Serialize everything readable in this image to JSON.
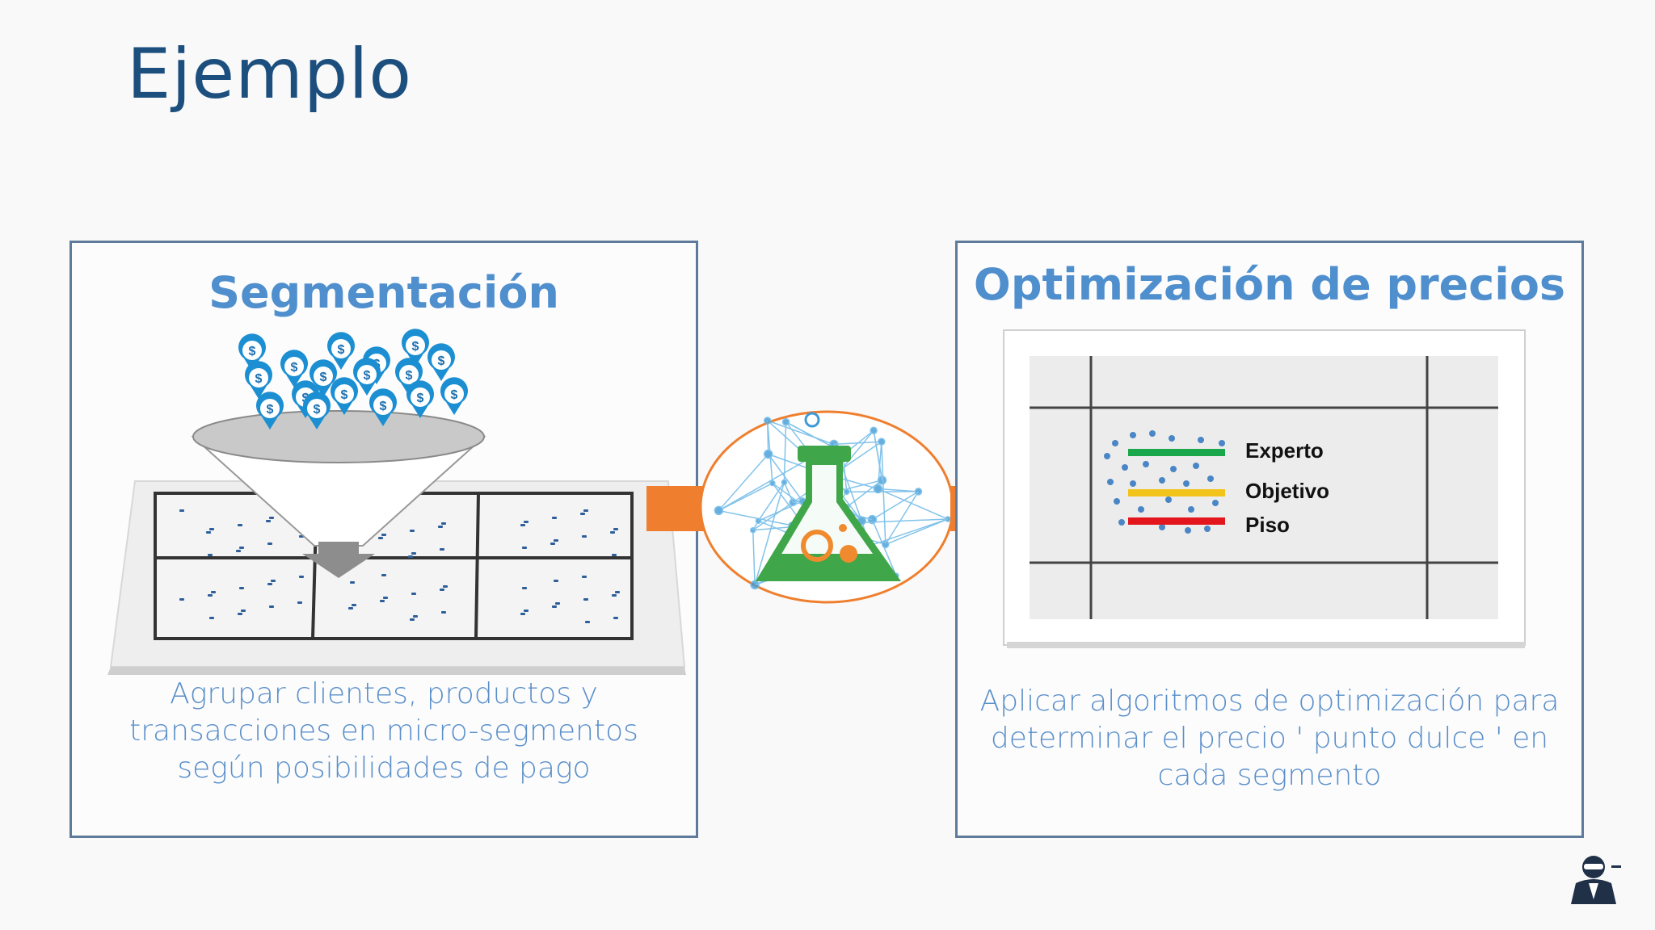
{
  "slide": {
    "title": "Ejemplo"
  },
  "left_panel": {
    "heading": "Segmentación",
    "description": "Agrupar clientes, productos y transacciones en micro-segmentos según posibilidades de pago",
    "pin_symbol": "$",
    "icons": [
      "dollar-pin-icon",
      "funnel-icon",
      "segment-grid-icon"
    ]
  },
  "center": {
    "icons": [
      "arrow-right-icon",
      "lab-flask-icon",
      "network-icon"
    ],
    "colors": {
      "arrow": "#ef7f2e",
      "flask": "#3fa64a",
      "bubbles": "#ef8a2e"
    }
  },
  "right_panel": {
    "heading": "Optimización de precios",
    "description": "Aplicar algoritmos de optimización para determinar el precio ' punto dulce ' en cada segmento",
    "legend": [
      {
        "label": "Experto",
        "color": "#1aa64a"
      },
      {
        "label": "Objetivo",
        "color": "#f2c31b"
      },
      {
        "label": "Piso",
        "color": "#e3161e"
      }
    ]
  },
  "footer": {
    "icons": [
      "agent-avatar-icon"
    ]
  }
}
